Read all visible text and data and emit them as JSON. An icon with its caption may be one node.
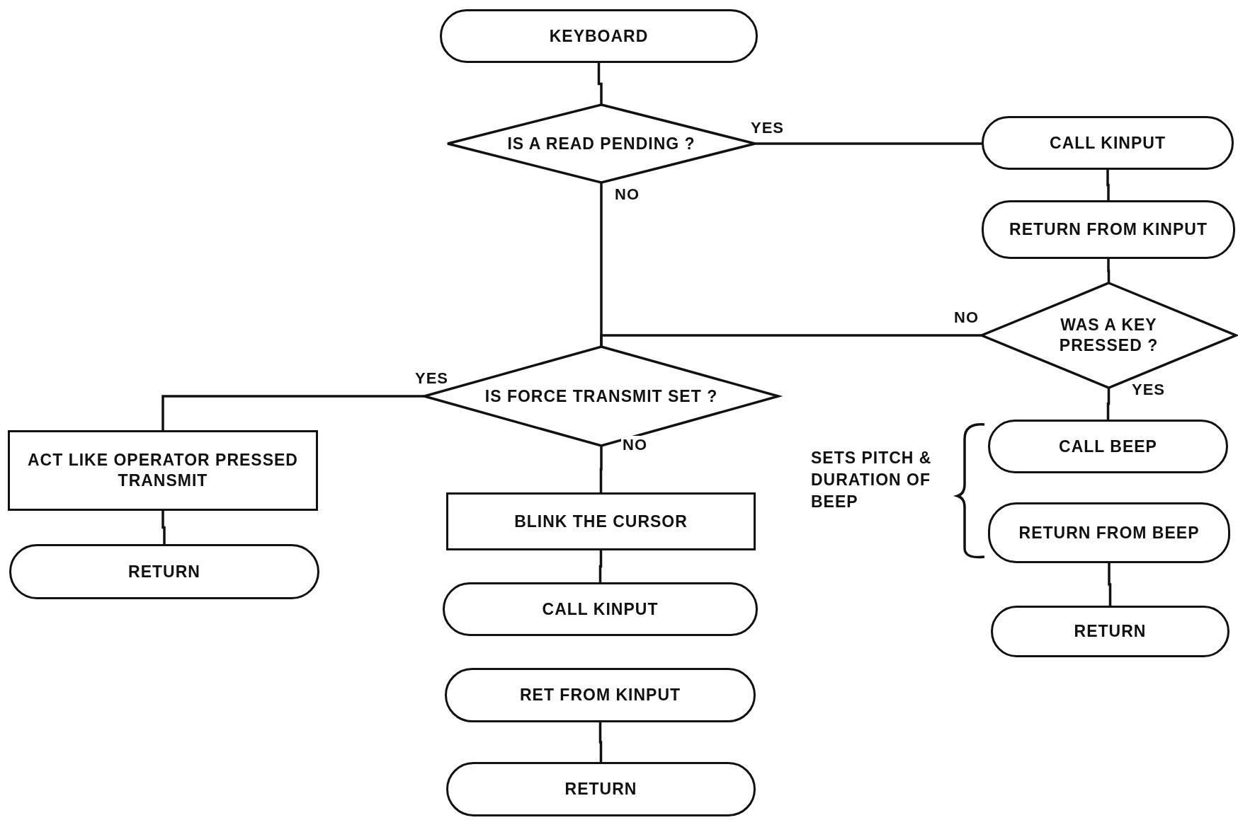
{
  "diagram": {
    "nodes": [
      {
        "text": [
          "KEYBOARD"
        ]
      },
      {
        "text": [
          "IS A READ PENDING ?"
        ]
      },
      {
        "text": [
          "CALL KINPUT"
        ]
      },
      {
        "text": [
          "RETURN FROM KINPUT"
        ]
      },
      {
        "text": [
          "WAS A KEY PRESSED ?"
        ]
      },
      {
        "text": [
          "IS FORCE TRANSMIT SET ?"
        ]
      },
      {
        "text": [
          "ACT LIKE OPERATOR PRESSED TRANSMIT"
        ]
      },
      {
        "text": [
          "RETURN"
        ]
      },
      {
        "text": [
          "BLINK THE CURSOR"
        ]
      },
      {
        "text": [
          "CALL KINPUT"
        ]
      },
      {
        "text": [
          "RET FROM KINPUT"
        ]
      },
      {
        "text": [
          "RETURN"
        ]
      },
      {
        "text": [
          "CALL BEEP"
        ]
      },
      {
        "text": [
          "RETURN FROM BEEP"
        ]
      },
      {
        "text": [
          "RETURN"
        ]
      }
    ],
    "edges": [
      {
        "from": 0,
        "to": 1,
        "arrow": "none"
      },
      {
        "from": 1,
        "to": 2,
        "arrow": "none",
        "label": "YES"
      },
      {
        "from": 1,
        "to": 5,
        "arrow": "none",
        "label": "NO"
      },
      {
        "from": 2,
        "to": 3,
        "arrow": "none"
      },
      {
        "from": 3,
        "to": 4,
        "arrow": "none"
      },
      {
        "from": 4,
        "to": 5,
        "arrow": "none",
        "label": "NO"
      },
      {
        "from": 4,
        "to": 12,
        "arrow": "none",
        "label": "YES"
      },
      {
        "from": 5,
        "to": 6,
        "arrow": "none",
        "label": "YES"
      },
      {
        "from": 5,
        "to": 8,
        "arrow": "none",
        "label": "NO"
      },
      {
        "from": 8,
        "to": 9,
        "arrow": "none"
      },
      {
        "from": 10,
        "to": 11,
        "arrow": "none"
      },
      {
        "from": 6,
        "to": 7,
        "arrow": "none"
      },
      {
        "from": 13,
        "to": 14,
        "arrow": "none"
      }
    ],
    "labels": [
      "SETS PITCH & DURATION OF BEEP"
    ]
  }
}
